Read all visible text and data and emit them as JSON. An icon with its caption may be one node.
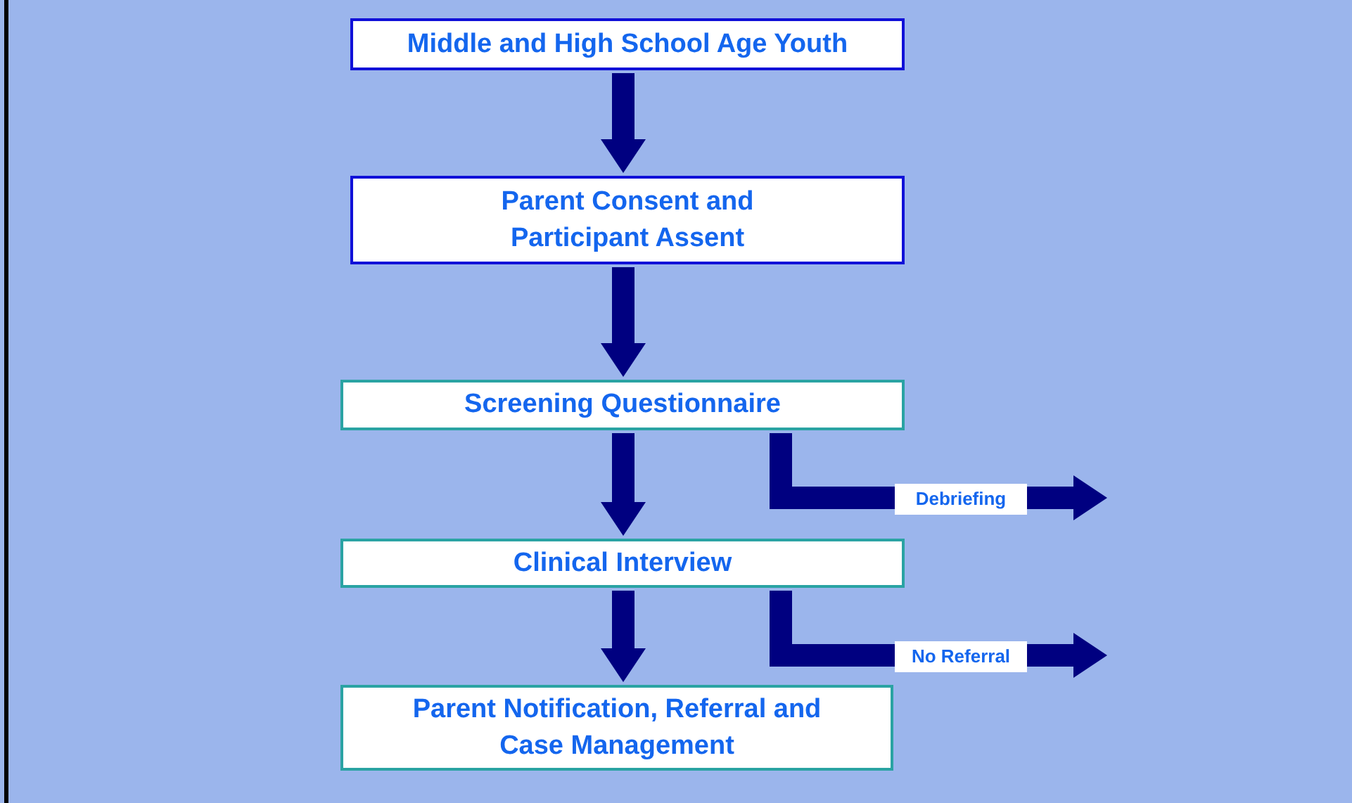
{
  "diagram": {
    "nodes": [
      {
        "text": [
          "Middle and High School Age Youth"
        ]
      },
      {
        "text": [
          "Parent Consent and Participant Assent"
        ]
      },
      {
        "text": [
          "Screening Questionnaire"
        ]
      },
      {
        "text": [
          "Clinical Interview"
        ]
      },
      {
        "text": [
          "Parent Notification, Referral and Case Management"
        ]
      }
    ],
    "edges": [
      {
        "from": 0,
        "to": 1,
        "arrow": "to"
      },
      {
        "from": 1,
        "to": 2,
        "arrow": "to"
      },
      {
        "from": 2,
        "to": 3,
        "arrow": "to"
      },
      {
        "from": 2,
        "to": null,
        "arrow": "to",
        "label": "Debriefing"
      },
      {
        "from": 3,
        "to": 4,
        "arrow": "to"
      },
      {
        "from": 3,
        "to": null,
        "arrow": "to",
        "label": "No Referral"
      }
    ]
  }
}
